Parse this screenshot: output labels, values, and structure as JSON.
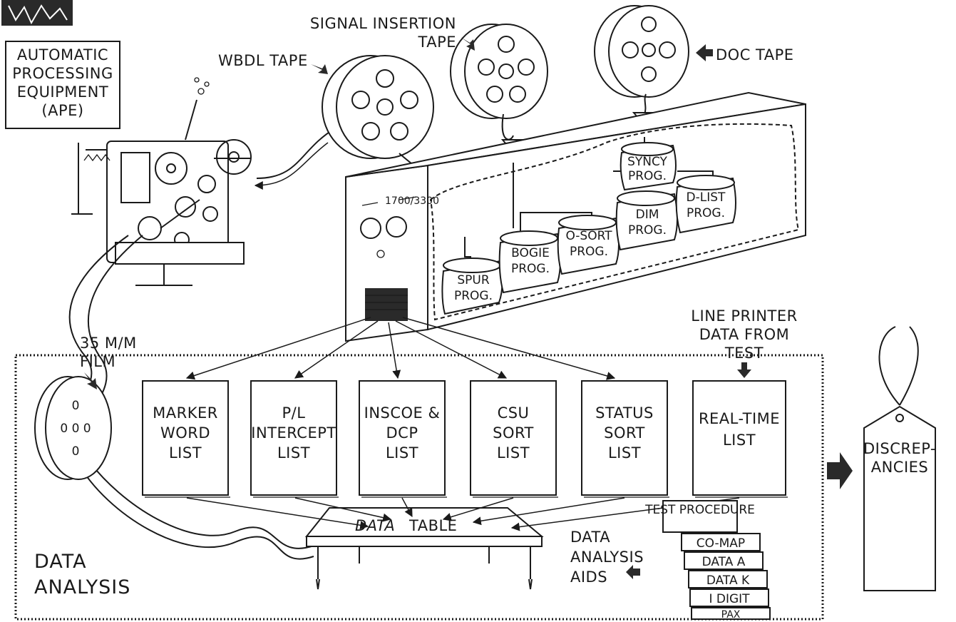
{
  "labels": {
    "ape": [
      "AUTOMATIC",
      "PROCESSING",
      "EQUIPMENT",
      "(APE)"
    ],
    "wbdl_tape": "WBDL TAPE",
    "signal_insertion_tape": [
      "SIGNAL INSERTION",
      "TAPE"
    ],
    "doc_tape": "DOC TAPE",
    "computer_model": "1700/3300",
    "film": [
      "35 M/M",
      "FILM"
    ],
    "line_printer": [
      "LINE PRINTER",
      "DATA FROM",
      "TEST"
    ],
    "discrepancies": [
      "DISCREP-",
      "ANCIES"
    ],
    "data_analysis": [
      "DATA",
      "ANALYSIS"
    ],
    "data_analysis_aids": [
      "DATA",
      "ANALYSIS",
      "AIDS"
    ],
    "data_table": [
      "DATA",
      "TABLE"
    ]
  },
  "barrels": [
    [
      "SPUR",
      "PROG."
    ],
    [
      "BOGIE",
      "PROG."
    ],
    [
      "O-SORT",
      "PROG."
    ],
    [
      "DIM",
      "PROG."
    ],
    [
      "D-LIST",
      "PROG."
    ],
    [
      "SYNCY",
      "PROG."
    ]
  ],
  "lists": [
    [
      "MARKER",
      "WORD",
      "LIST"
    ],
    [
      "P/L",
      "INTERCEPT",
      "LIST"
    ],
    [
      "INSCOE &",
      "DCP",
      "LIST"
    ],
    [
      "CSU",
      "SORT",
      "LIST"
    ],
    [
      "STATUS",
      "SORT",
      "LIST"
    ],
    [
      "REAL-TIME",
      "LIST"
    ]
  ],
  "aids": [
    "TEST PROCEDURE",
    "CO-MAP",
    "DATA A",
    "DATA K",
    "I DIGIT",
    "PAX"
  ]
}
